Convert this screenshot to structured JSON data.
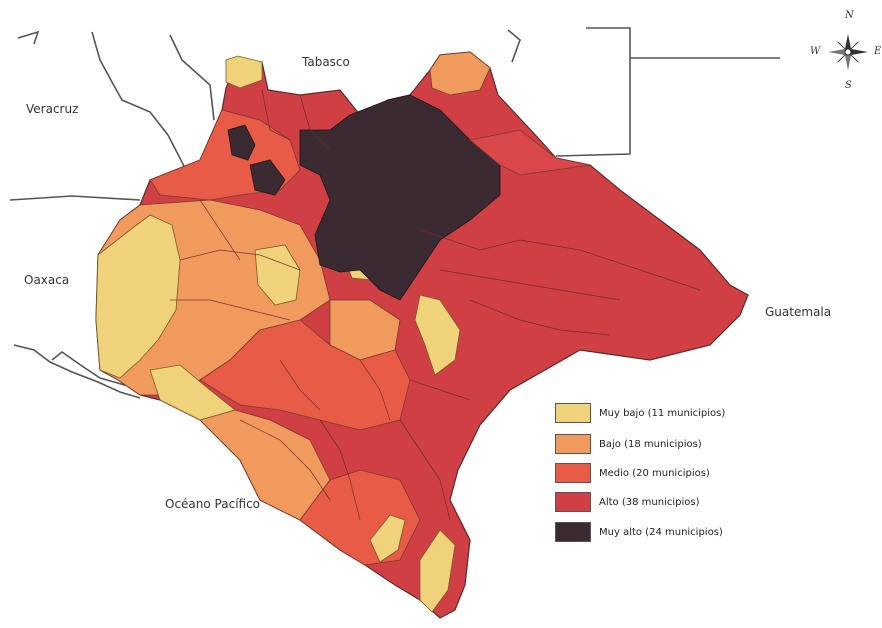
{
  "map": {
    "labels": {
      "tabasco": "Tabasco",
      "veracruz": "Veracruz",
      "oaxaca": "Oaxaca",
      "guatemala": "Guatemala",
      "pacific": "Océano Pacífico"
    },
    "compass": {
      "n": "N",
      "s": "S",
      "w": "W",
      "e": "E"
    },
    "legend": [
      {
        "label": "Muy bajo (11 municipios)",
        "color": "#f0d27a"
      },
      {
        "label": "Bajo (18 municipios)",
        "color": "#f19a5e"
      },
      {
        "label": "Medio (20 municipios)",
        "color": "#e85b47"
      },
      {
        "label": "Alto (38 municipios)",
        "color": "#cf3f44"
      },
      {
        "label": "Muy alto (24 municipios)",
        "color": "#3b2a31"
      }
    ]
  }
}
